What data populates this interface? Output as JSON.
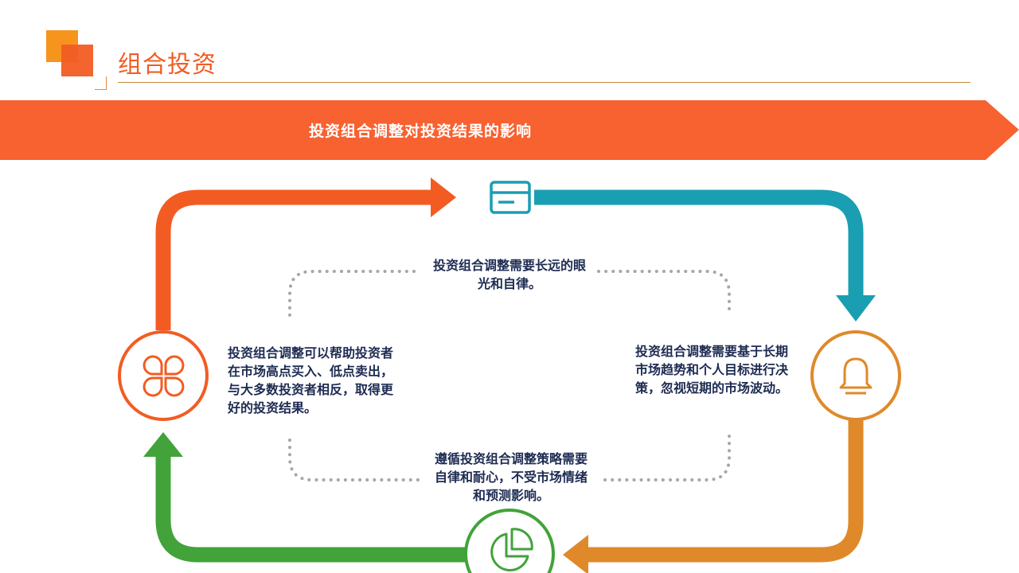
{
  "header": {
    "title": "组合投资"
  },
  "banner": {
    "text": "投资组合调整对投资结果的影响",
    "color": "#f86130"
  },
  "cycle": {
    "colors": {
      "orange_red": "#f25c23",
      "teal": "#1a9eb2",
      "amber": "#e0892a",
      "green": "#41a33a",
      "text": "#1d2b52",
      "dots": "#a7a7a7"
    },
    "nodes": [
      {
        "id": "top",
        "icon": "card-icon",
        "text": "投资组合调整需要长远的眼光和自律。"
      },
      {
        "id": "right",
        "icon": "bell-icon",
        "text": "投资组合调整需要基于长期市场趋势和个人目标进行决策，忽视短期的市场波动。"
      },
      {
        "id": "bottom",
        "icon": "pie-chart-icon",
        "text": "遵循投资组合调整策略需要自律和耐心，不受市场情绪和预测影响。"
      },
      {
        "id": "left",
        "icon": "clover-icon",
        "text": "投资组合调整可以帮助投资者在市场高点买入、低点卖出，与大多数投资者相反，取得更好的投资结果。"
      }
    ]
  }
}
